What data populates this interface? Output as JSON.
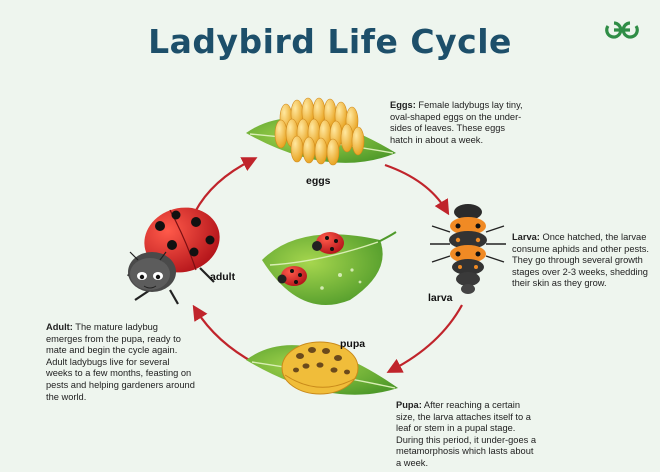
{
  "header": {
    "title": "Ladybird Life Cycle",
    "logo_text": "GfG",
    "logo_color": "#2f8d46"
  },
  "stages": {
    "eggs": {
      "label": "eggs",
      "heading": "Eggs:",
      "text": "Female ladybugs lay tiny, oval-shaped eggs on the under-sides of leaves. These eggs hatch in about a week."
    },
    "larva": {
      "label": "larva",
      "heading": "Larva:",
      "text": "Once hatched, the larvae consume aphids and other pests. They go through several growth stages over 2-3 weeks, shedding their skin as they grow."
    },
    "pupa": {
      "label": "pupa",
      "heading": "Pupa:",
      "text": "After reaching a certain size, the larva attaches itself to a leaf or stem in a pupal stage. During this period, it under-goes a metamorphosis which lasts about a week."
    },
    "adult": {
      "label": "adult",
      "heading": "Adult:",
      "text": "The mature ladybug emerges from the pupa, ready to mate and begin the cycle again. Adult ladybugs live for several weeks to a few months, feasting on pests and helping gardeners around the world."
    }
  },
  "colors": {
    "background": "#eef5ee",
    "title": "#1d4f6a",
    "arrow": "#c0242b",
    "leaf": "#6fb83a",
    "ladybug_red": "#d81f26",
    "egg": "#f2b93a",
    "larva_orange": "#f08a24",
    "pupa": "#f0bd3a"
  }
}
